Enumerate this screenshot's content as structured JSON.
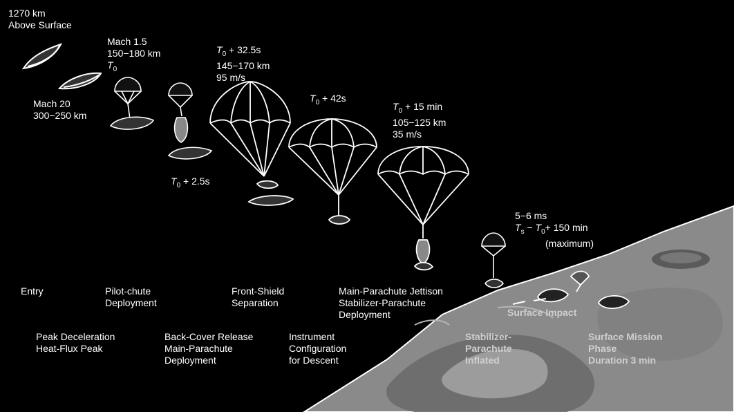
{
  "altitudes": {
    "entry_altitude": [
      "1270 km",
      "Above Surface"
    ],
    "mach20": [
      "Mach 20",
      "300−250 km"
    ],
    "mach15": [
      "Mach 1.5",
      "150−180 km"
    ],
    "t0_sym": "T",
    "t0_sub": "0",
    "t0_2_5": " + 2.5s",
    "t0_32_5": [
      " + 32.5s",
      "145−170 km",
      "95 m/s"
    ],
    "t0_42": " + 42s",
    "t0_15min": [
      " + 15 min",
      "105−125 km",
      "35 m/s"
    ],
    "impact_timing": [
      "5−6 ms",
      "+ 150 min",
      "(maximum)"
    ],
    "ts_sym": "T",
    "ts_sub": "s"
  },
  "event_labels": {
    "entry": "Entry",
    "pilot_chute": [
      "Pilot-chute",
      "Deployment"
    ],
    "front_shield": [
      "Front-Shield",
      "Separation"
    ],
    "main_jettison": [
      "Main-Parachute Jettison",
      "Stabilizer-Parachute",
      "Deployment"
    ],
    "peak_decel": [
      "Peak Deceleration",
      "Heat-Flux Peak"
    ],
    "back_cover": [
      "Back-Cover Release",
      "Main-Parachute",
      "Deployment"
    ],
    "instrument": [
      "Instrument",
      "Configuration",
      "for Descent"
    ],
    "stabilizer": [
      "Stabilizer-",
      "Parachute",
      "Inflated"
    ],
    "surface_impact": "Surface Impact",
    "surface_mission": [
      "Surface Mission",
      "Phase",
      "Duration 3 min"
    ]
  },
  "colors": {
    "background": "#000000",
    "line": "#ffffff",
    "surface": "#8a8a8a",
    "surface_dark": "#5f5f5f",
    "surface_light": "#a9a9a9"
  }
}
